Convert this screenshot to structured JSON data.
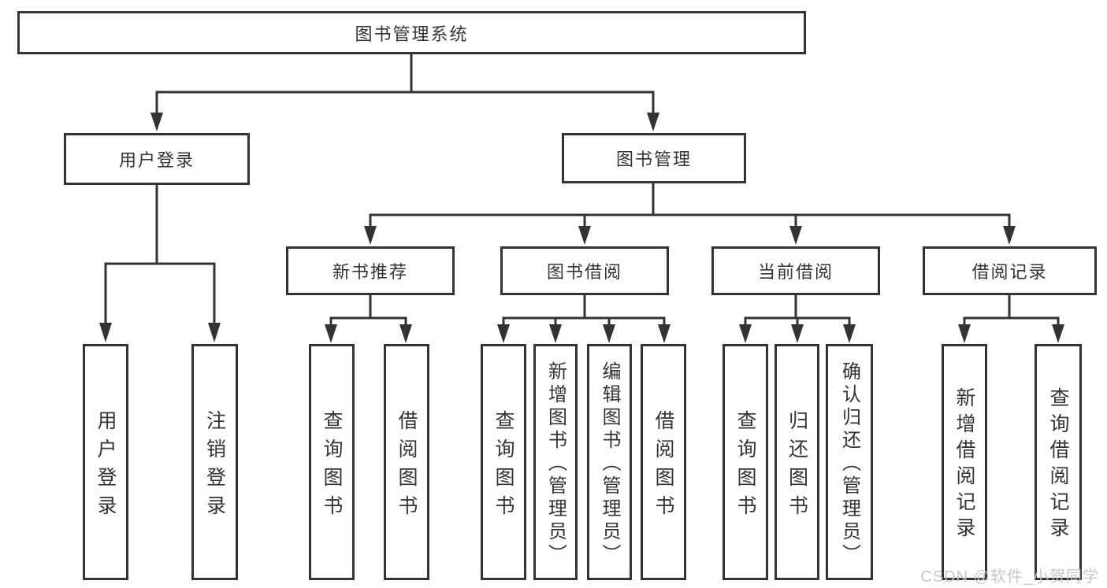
{
  "diagram": {
    "title": "图书管理系统",
    "branches": [
      {
        "label": "用户登录",
        "children": [
          {
            "label": "用户登录"
          },
          {
            "label": "注销登录"
          }
        ]
      },
      {
        "label": "图书管理",
        "sections": [
          {
            "label": "新书推荐",
            "children": [
              {
                "label": "查询图书"
              },
              {
                "label": "借阅图书"
              }
            ]
          },
          {
            "label": "图书借阅",
            "children": [
              {
                "label": "查询图书"
              },
              {
                "label": "新增图书（管理员）"
              },
              {
                "label": "编辑图书（管理员）"
              },
              {
                "label": "借阅图书"
              }
            ]
          },
          {
            "label": "当前借阅",
            "children": [
              {
                "label": "查询图书"
              },
              {
                "label": "归还图书"
              },
              {
                "label": "确认归还（管理员）"
              }
            ]
          },
          {
            "label": "借阅记录",
            "children": [
              {
                "label": "新增借阅记录"
              },
              {
                "label": "查询借阅记录"
              }
            ]
          }
        ]
      }
    ]
  },
  "watermark": "CSDN @软件_小贺同学",
  "colors": {
    "line": "#333333",
    "text": "#333333",
    "background": "#ffffff",
    "watermark": "#c5c5c5"
  }
}
